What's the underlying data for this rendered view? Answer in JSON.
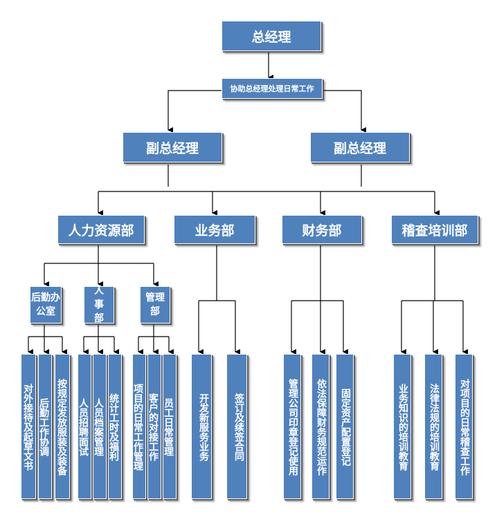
{
  "colors": {
    "box": "#4f81bd",
    "line": "#000000"
  },
  "nodes": {
    "ceo": "总经理",
    "assist": "协助总经理处理日常工作",
    "vp_left": "副总经理",
    "vp_right": "副总经理",
    "dept_hr": "人力资源部",
    "dept_business": "业务部",
    "dept_finance": "财务部",
    "dept_audit": "稽查培训部",
    "sub_logistics": "后勤办公室",
    "sub_personnel": "人事部",
    "sub_management": "管理部",
    "task_reception": "对外接待及起草文书",
    "task_logistics": "后勤工作协调",
    "task_uniform": "按规定发放服装及装备",
    "task_recruit": "人员招聘面试",
    "task_archive": "人员档案管理",
    "task_hours": "统计工时及福利",
    "task_project": "项目的日常工作管理",
    "task_client": "客户的对接工作",
    "task_staff": "员工日常管理",
    "task_newbiz": "开发新服务业务",
    "task_contract": "签订及续签合同",
    "task_seal": "管理公司印章登记使用",
    "task_finance": "依法保障财务规范运作",
    "task_assets": "固定资产配置登记",
    "task_knowledge": "业务知识的培训教育",
    "task_law": "法律法规的培训教育",
    "task_inspect": "对项目的日常稽查工作"
  }
}
